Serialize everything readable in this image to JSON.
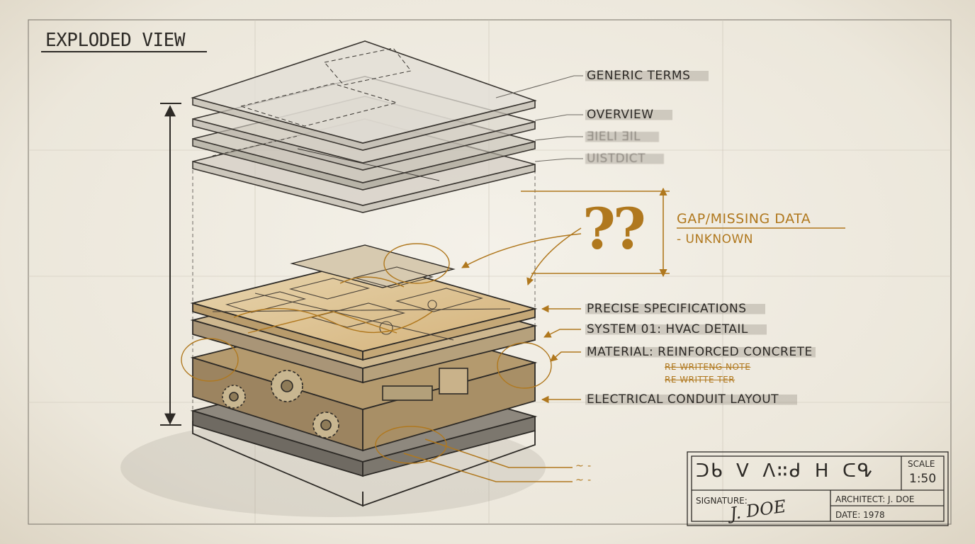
{
  "title": "EXPLODED VIEW",
  "labels": {
    "generic_terms": "GENERIC TERMS",
    "overview": "OVERVIEW",
    "illegible_1": "ƎIELI ƎIL",
    "illegible_2": "UISTDICT",
    "gap_marks": "??",
    "gap_title": "GAP/MISSING DATA",
    "gap_sub": "- UNKNOWN",
    "precise_specs": "PRECISE SPECIFICATIONS",
    "system": "SYSTEM 01: HVAC DETAIL",
    "material": "MATERIAL: REINFORCED CONCRETE",
    "note_1": "RE-WRITENG NOTE",
    "note_2": "RE-WRITTE TER",
    "electrical": "ELECTRICAL CONDUIT LAYOUT",
    "trail_1": "~ -",
    "trail_2": "~ -"
  },
  "title_block": {
    "scrawl": "ᑐᑲ ᐯ ᐱ∷ᑯ ᕼ ᑕᕴ",
    "scale_label": "SCALE",
    "scale_value": "1:50",
    "signature_label": "SIGNATURE:",
    "signature": "J. DOE",
    "architect": "ARCHITECT: J. DOE",
    "date": "DATE: 1978"
  },
  "colors": {
    "paper": "#f1ede3",
    "ink": "#2d2a26",
    "amber": "#b0781e",
    "layer_light": "#dcd7cc",
    "layer_warm": "#e0c89c"
  }
}
